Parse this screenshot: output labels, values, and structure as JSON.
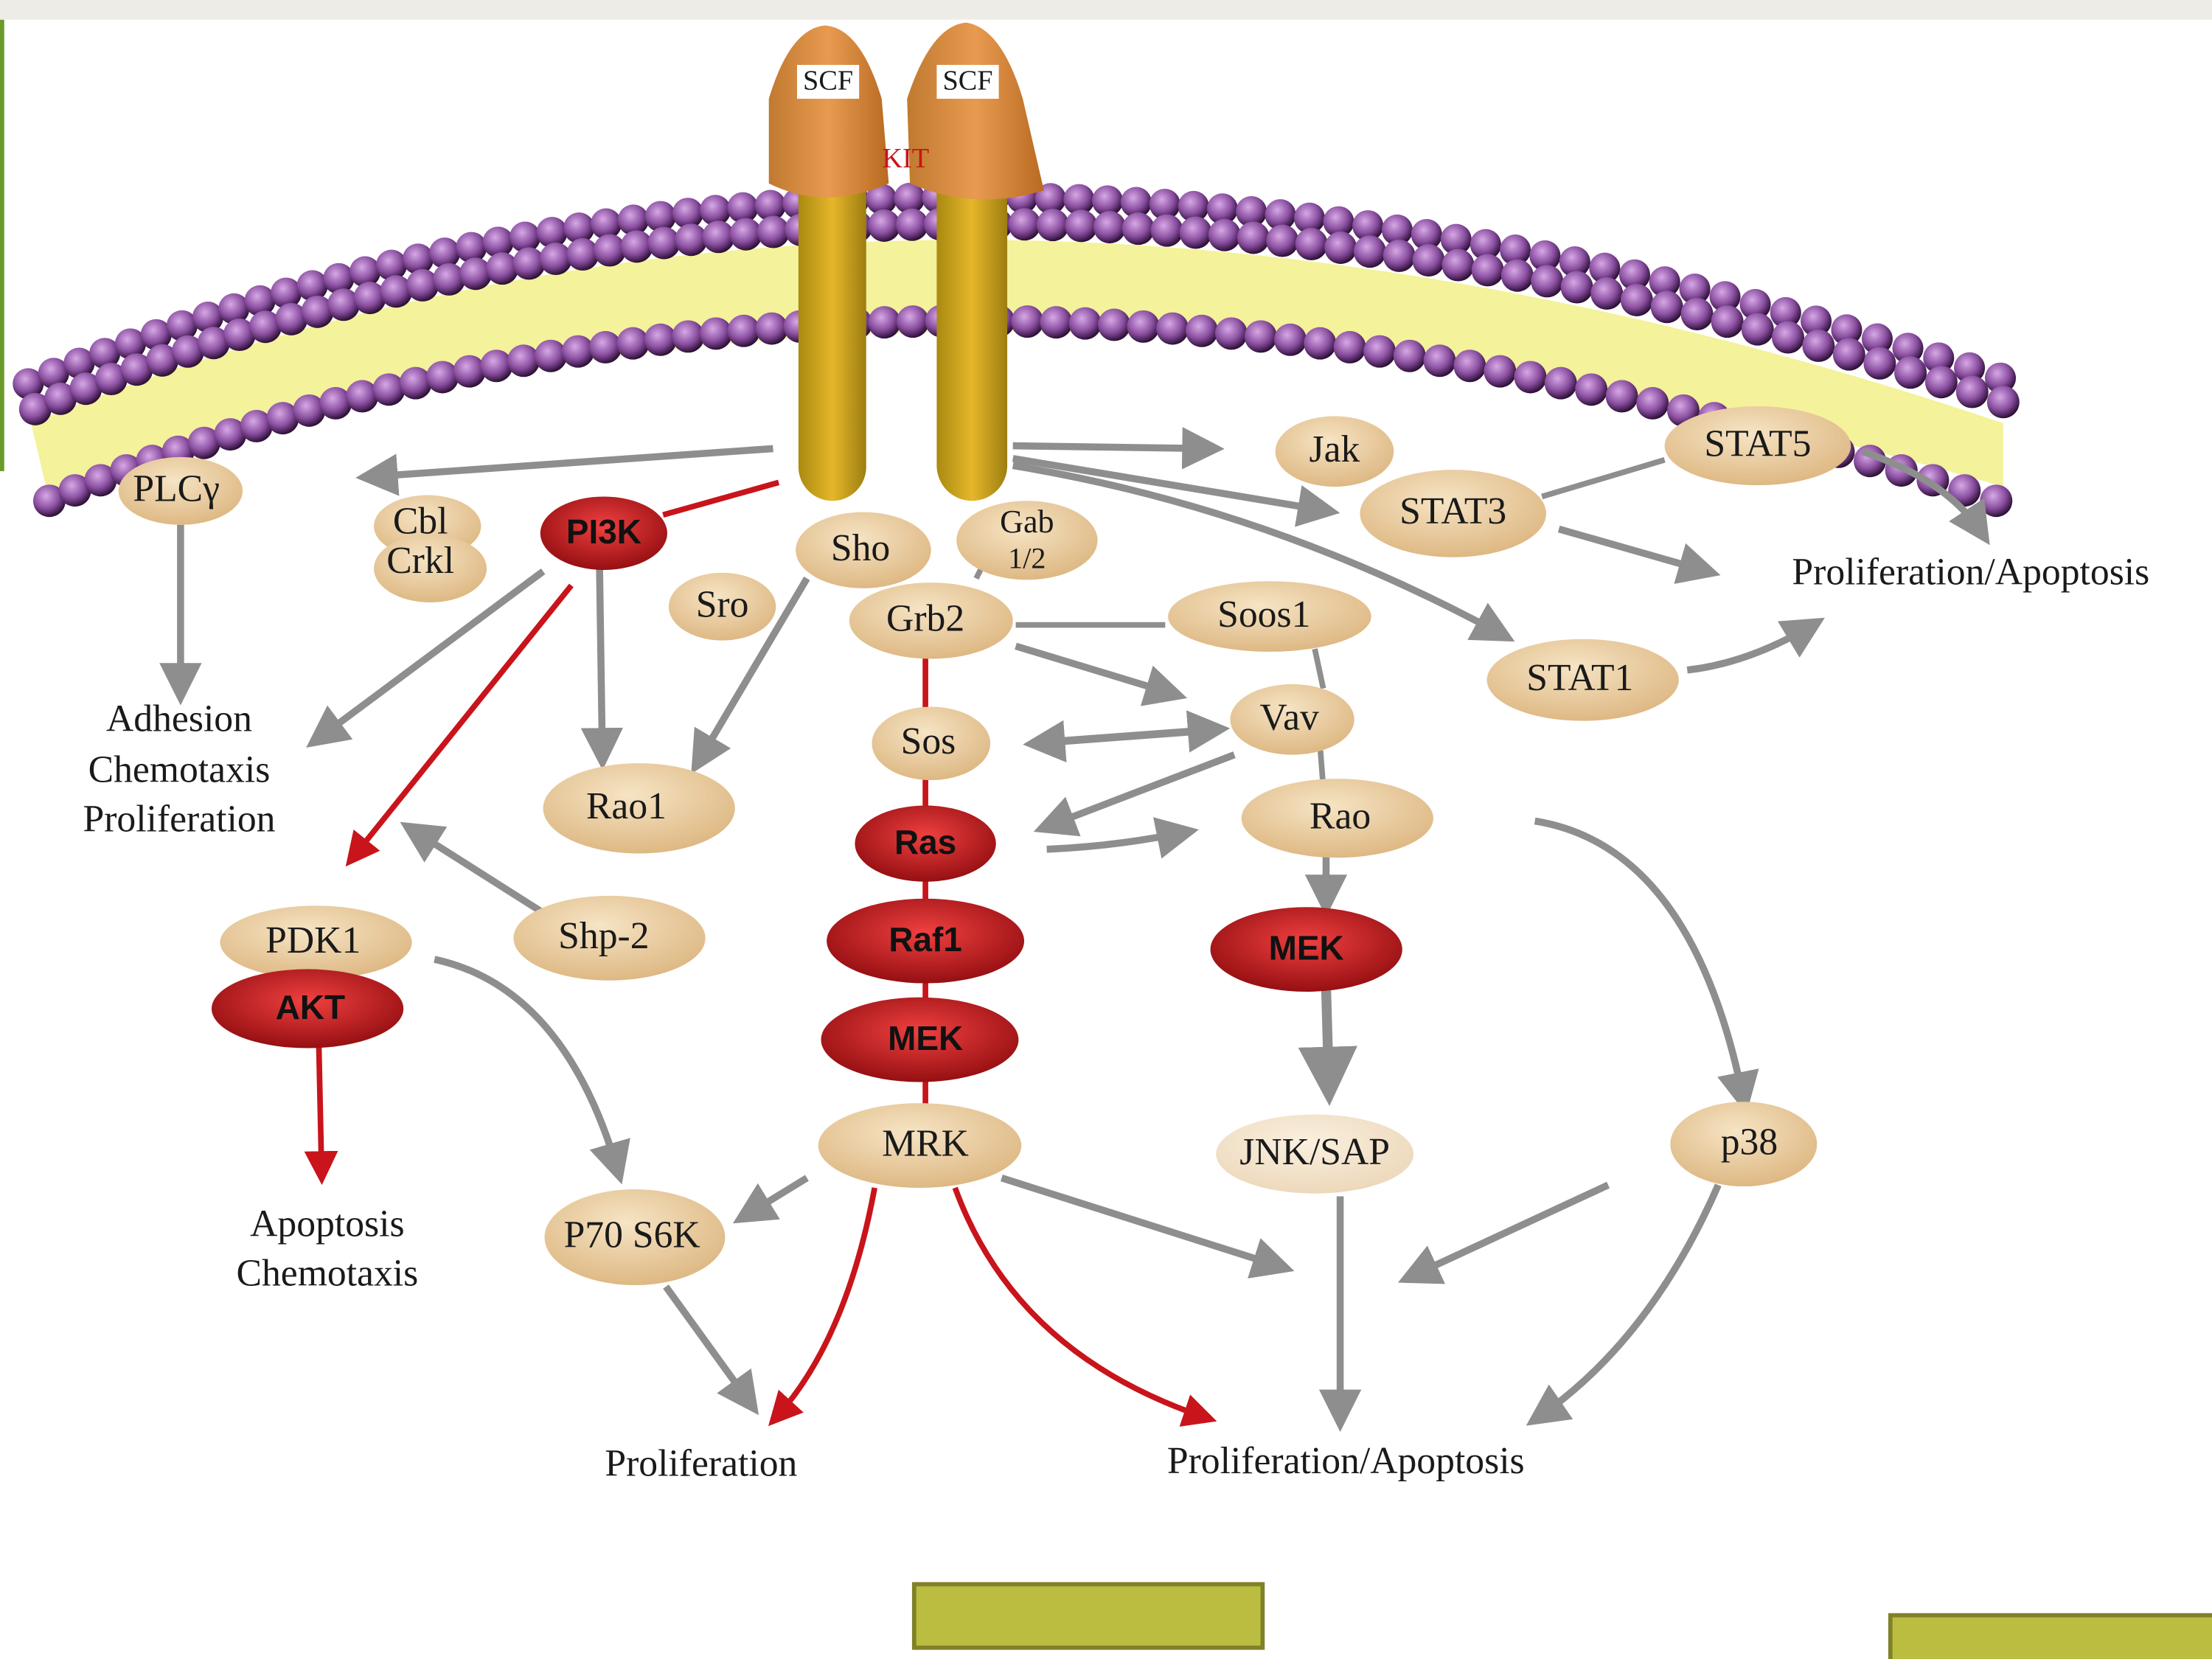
{
  "receptor": {
    "ligand_left": "SCF",
    "ligand_right": "SCF",
    "name": "KIT"
  },
  "nodes": {
    "plc": "PLCγ",
    "cbl": "Cbl",
    "crkl": "Crkl",
    "pi3k": "PI3K",
    "sho": "Sho",
    "gab_1": "Gab",
    "gab_2": "1/2",
    "sro": "Sro",
    "grb2": "Grb2",
    "soos1": "Soos1",
    "jak": "Jak",
    "stat3": "STAT3",
    "stat5": "STAT5",
    "stat1": "STAT1",
    "vav": "Vav",
    "sos": "Sos",
    "rao1": "Rao1",
    "rao": "Rao",
    "ras": "Ras",
    "raf1": "Raf1",
    "mek_center": "MEK",
    "mek_right": "MEK",
    "pdk1": "PDK1",
    "akt": "AKT",
    "shp2": "Shp-2",
    "mrk": "MRK",
    "jnk": "JNK/SAP",
    "p38": "p38",
    "p70": "P70 S6K"
  },
  "outcomes": {
    "adhesion": [
      "Adhesion",
      "Chemotaxis",
      "Proliferation"
    ],
    "apoptosis": [
      "Apoptosis",
      "Chemotaxis"
    ],
    "proliferation": "Proliferation",
    "prolif_apoptosis_bottom": "Proliferation/Apoptosis",
    "prolif_apoptosis_right": "Proliferation/Apoptosis"
  },
  "colors": {
    "membrane_head": "#8a4fa0",
    "membrane_tail": "#f2f08a",
    "node_beige": "#e8c99a",
    "node_red": "#b81418",
    "arrow_grey": "#8e8e8e",
    "arrow_red": "#c8141a",
    "footer_box": "#bbbd40"
  }
}
